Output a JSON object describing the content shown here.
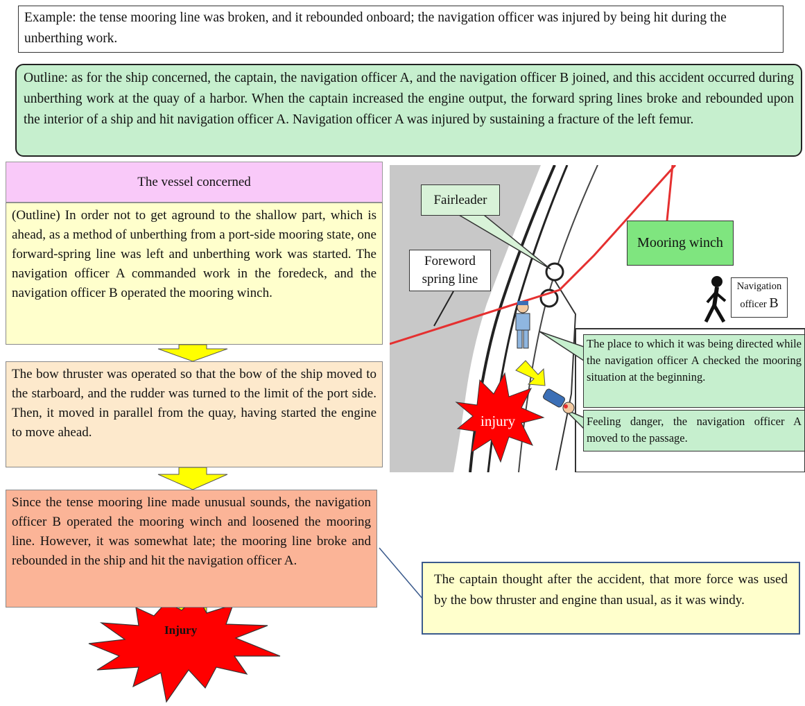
{
  "example_text": "Example: the tense mooring line was broken, and it rebounded onboard; the navigation officer was injured by being hit during the unberthing work.",
  "outline_text": "Outline: as for the ship concerned, the captain, the navigation officer A, and the navigation officer B joined, and this accident occurred during unberthing work at the quay of a harbor. When the captain increased the engine output, the forward spring lines broke and rebounded upon the interior of a ship and hit navigation officer A. Navigation officer A was injured by sustaining a fracture of the left femur.",
  "flow": {
    "header": "The vessel concerned",
    "step1": "(Outline) In order not to get aground to the shallow part, which is ahead, as a method of unberthing from a port-side mooring state, one forward-spring line was left and unberthing work was started. The navigation officer A commanded work in the foredeck, and the navigation officer B operated the mooring winch.",
    "step2": "The bow thruster was operated so that the bow of the ship moved to the starboard, and the rudder was turned to the limit of the port side. Then, it moved in parallel from the quay, having started the engine to move ahead.",
    "step3": "Since the tense mooring line made unusual sounds, the navigation officer B operated the mooring winch and loosened the mooring line. However, it was somewhat late; the mooring line broke and rebounded in the ship and hit the navigation officer A.",
    "result": "Injury"
  },
  "captain_note": "The captain thought after the accident, that more force was used by the bow thruster and engine than usual, as it was windy.",
  "scene": {
    "fairleader": "Fairleader",
    "spring_line_1": "Foreword",
    "spring_line_2": "spring line",
    "winch": "Mooring winch",
    "nav_b_1": "Navigation",
    "nav_b_2": "officer ",
    "nav_b_3": "B",
    "place_note": "The place to which it was being directed while the navigation officer A checked the mooring situation at the beginning.",
    "danger_note": "Feeling danger, the navigation officer A moved to the passage.",
    "injury": "injury"
  },
  "colors": {
    "outline_bg": "#c6efce",
    "header_bg": "#f9c9f9",
    "step1_bg": "#ffffcc",
    "step2_bg": "#fde9cc",
    "step3_bg": "#fbb497",
    "arrow": "#ffff00",
    "burst": "#ff0000",
    "winch_bg": "#7fe57f",
    "line": "#e53030"
  }
}
